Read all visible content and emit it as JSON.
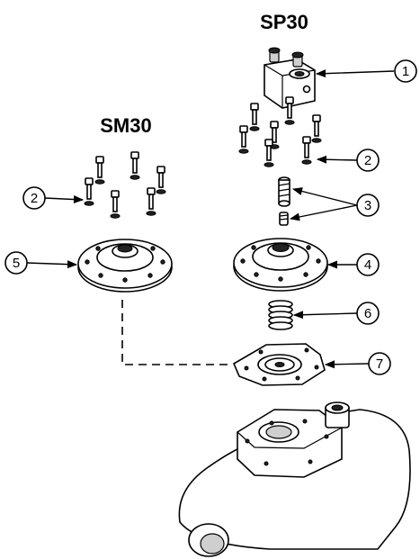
{
  "titles": {
    "sp": "SP30",
    "sm": "SM30"
  },
  "callouts": {
    "c1": "1",
    "c2_right": "2",
    "c2_left": "2",
    "c3": "3",
    "c4": "4",
    "c5": "5",
    "c6": "6",
    "c7": "7"
  }
}
